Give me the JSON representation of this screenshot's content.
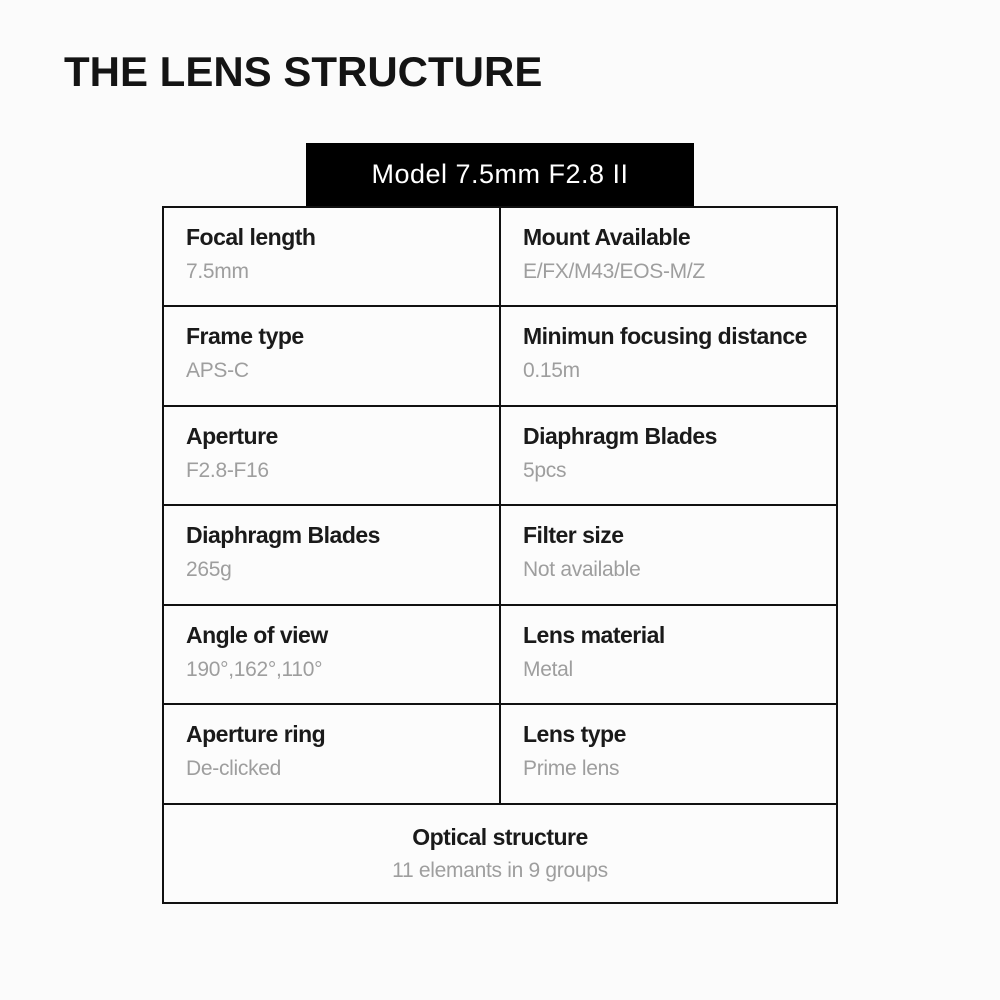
{
  "page": {
    "title": "THE LENS STRUCTURE"
  },
  "model_badge": {
    "label": "Model 7.5mm F2.8 II"
  },
  "spec_table": {
    "rows": [
      [
        {
          "label": "Focal length",
          "value": "7.5mm"
        },
        {
          "label": "Mount Available",
          "value": "E/FX/M43/EOS-M/Z"
        }
      ],
      [
        {
          "label": "Frame type",
          "value": "APS-C"
        },
        {
          "label": "Minimun focusing distance",
          "value": "0.15m"
        }
      ],
      [
        {
          "label": "Aperture",
          "value": "F2.8-F16"
        },
        {
          "label": "Diaphragm Blades",
          "value": "5pcs"
        }
      ],
      [
        {
          "label": "Diaphragm Blades",
          "value": "265g"
        },
        {
          "label": "Filter size",
          "value": "Not available"
        }
      ],
      [
        {
          "label": "Angle of view",
          "value": "190°,162°,110°"
        },
        {
          "label": "Lens material",
          "value": "Metal"
        }
      ],
      [
        {
          "label": "Aperture ring",
          "value": "De-clicked"
        },
        {
          "label": "Lens type",
          "value": "Prime lens"
        }
      ]
    ],
    "footer": {
      "label": "Optical structure",
      "value": "11 elemants in 9 groups"
    }
  },
  "colors": {
    "badge_bg": "#000000",
    "badge_text": "#ffffff",
    "label_text": "#1a1a1a",
    "value_text": "#9e9e9e",
    "border": "#111111",
    "page_bg": "#fbfbfb"
  }
}
